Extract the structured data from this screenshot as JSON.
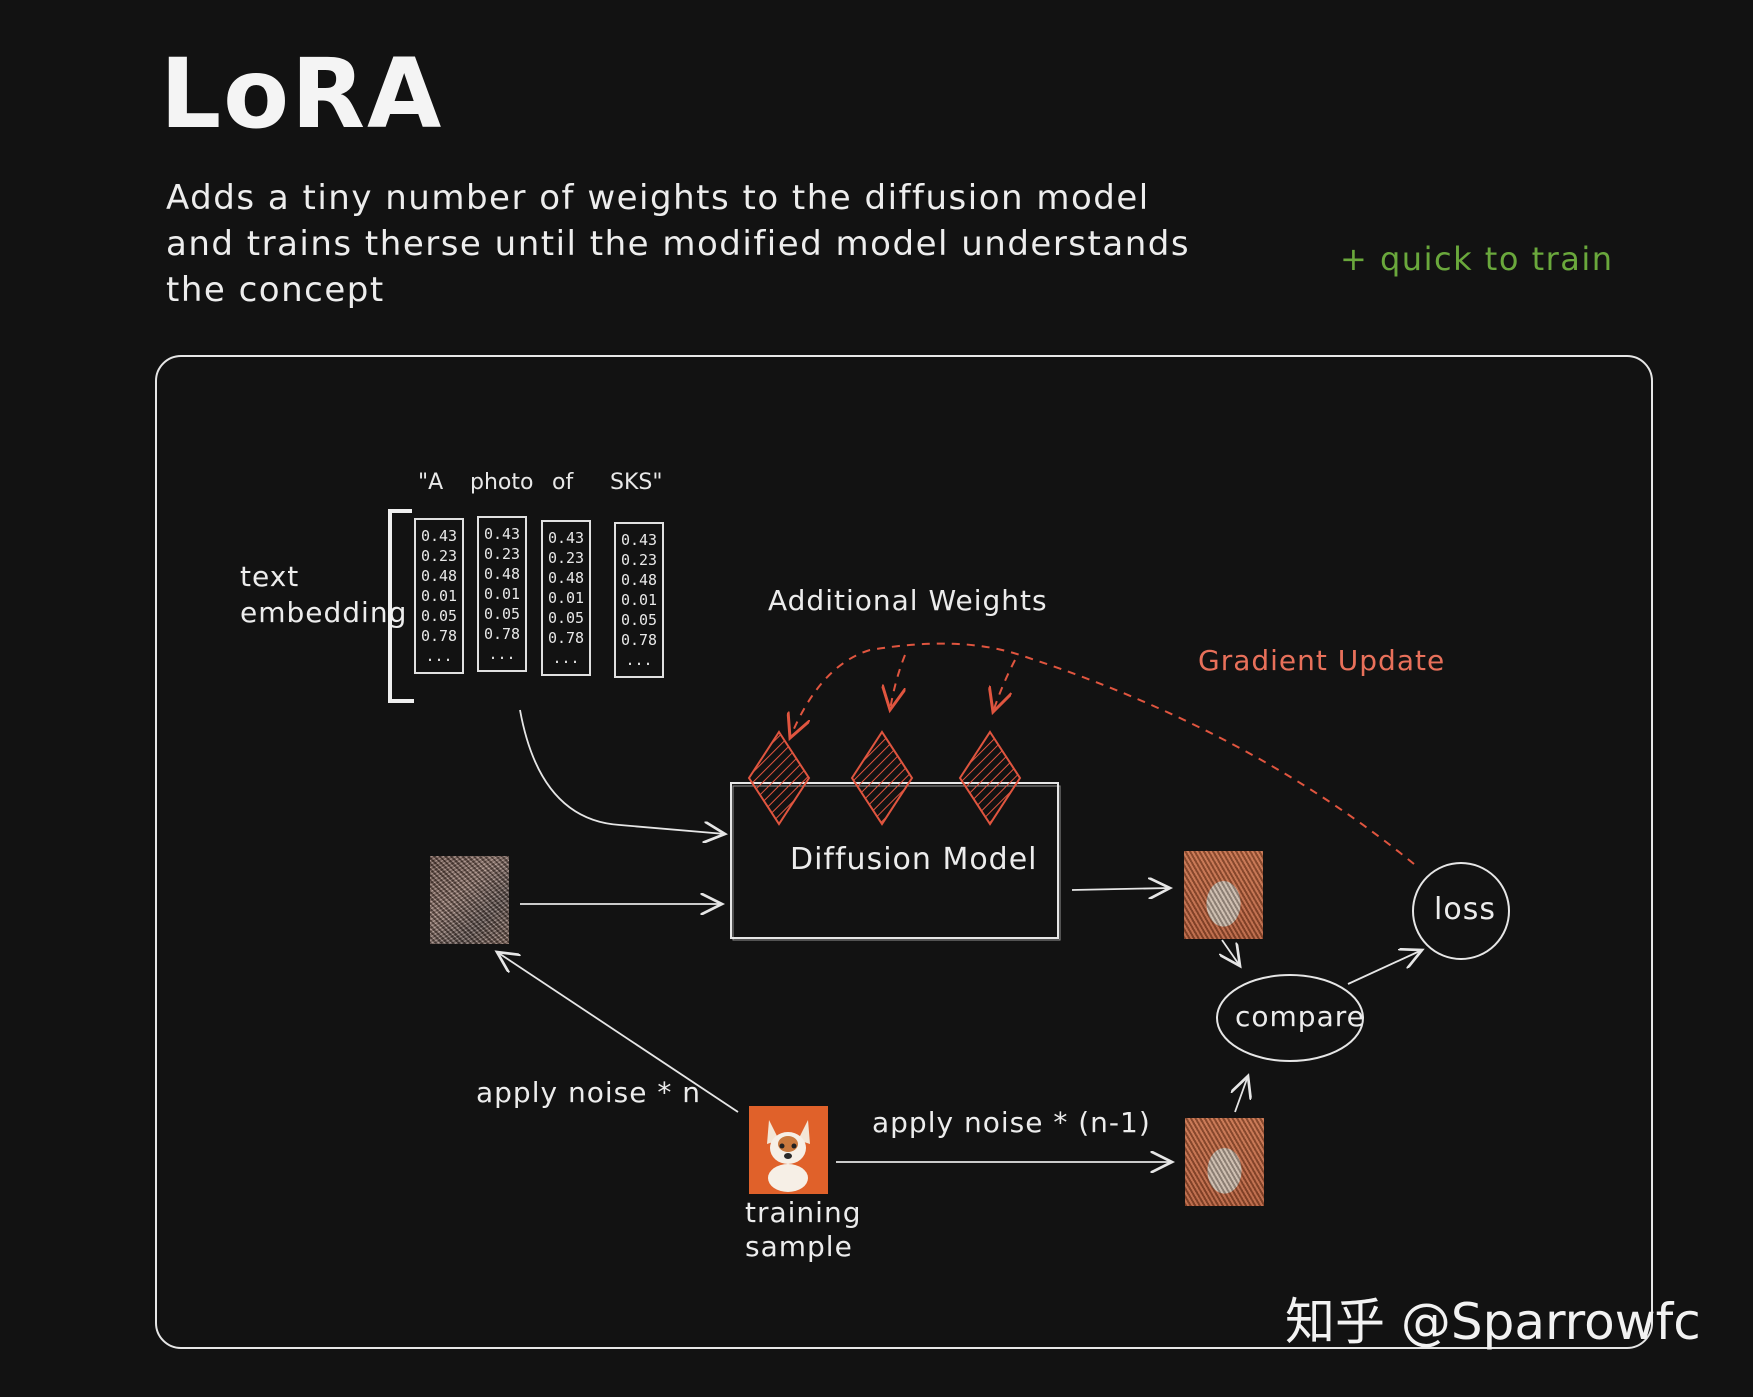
{
  "title": "LoRA",
  "subtitle_lines": [
    "Adds a tiny number of weights to the diffusion model",
    "and trains therse until the modified model understands",
    "the concept"
  ],
  "pro": "+ quick to train",
  "tokens": [
    "\"A",
    "photo",
    "of",
    "SKS\""
  ],
  "embedding_values": [
    "0.43",
    "0.23",
    "0.48",
    "0.01",
    "0.05",
    "0.78",
    "..."
  ],
  "labels": {
    "text_embedding_1": "text",
    "text_embedding_2": "embedding",
    "additional_weights": "Additional Weights",
    "gradient_update": "Gradient Update",
    "diffusion_model": "Diffusion Model",
    "loss": "loss",
    "compare": "compare",
    "apply_noise_n": "apply noise * n",
    "apply_noise_n1": "apply noise * (n-1)",
    "training_1": "training",
    "training_2": "sample"
  },
  "watermark": "知乎 @Sparrowfc",
  "colors": {
    "background": "#121212",
    "stroke": "#e6e6e6",
    "accent_red": "#e0553f",
    "accent_green": "#6aa83c",
    "gradient_label": "#e8705a"
  }
}
